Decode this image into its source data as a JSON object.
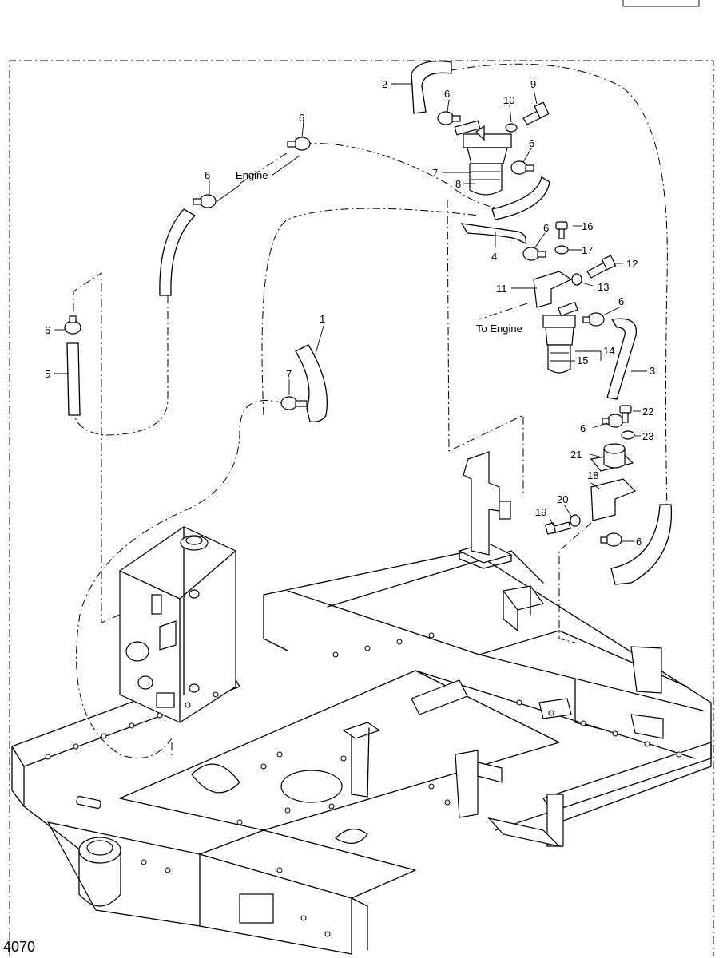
{
  "figure_number": "4070",
  "callouts": {
    "c1": "1",
    "c2": "2",
    "c3": "3",
    "c4": "4",
    "c5": "5",
    "c6": "6",
    "c7": "7",
    "c8": "8",
    "c9": "9",
    "c10": "10",
    "c11": "11",
    "c12": "12",
    "c13": "13",
    "c14": "14",
    "c15": "15",
    "c16": "16",
    "c17": "17",
    "c18": "18",
    "c19": "19",
    "c20": "20",
    "c21": "21",
    "c22": "22",
    "c23": "23"
  },
  "annotations": {
    "engine": "Engine",
    "to_engine": "To Engine"
  }
}
